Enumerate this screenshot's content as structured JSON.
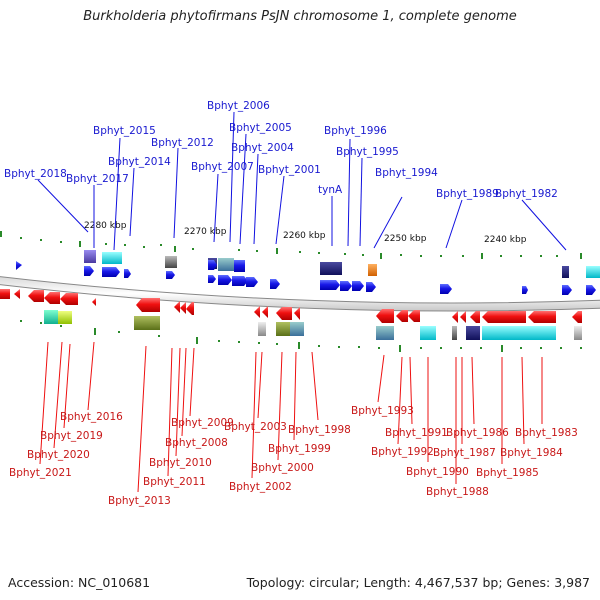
{
  "title": "Burkholderia phytofirmans PsJN chromosome 1, complete genome",
  "footer": {
    "accession": "Accession: NC_010681",
    "summary": "Topology: circular; Length: 4,467,537 bp; Genes: 3,987"
  },
  "scale_labels": [
    "2280 kbp",
    "2270 kbp",
    "2260 kbp",
    "2250 kbp",
    "2240 kbp"
  ],
  "top_genes": [
    "Bphyt_2018",
    "Bphyt_2017",
    "Bphyt_2015",
    "Bphyt_2014",
    "Bphyt_2012",
    "Bphyt_2007",
    "Bphyt_2006",
    "Bphyt_2005",
    "Bphyt_2004",
    "Bphyt_2001",
    "tynA",
    "Bphyt_1996",
    "Bphyt_1995",
    "Bphyt_1994",
    "Bphyt_1989",
    "Bphyt_1982"
  ],
  "bottom_genes": [
    "Bphyt_2016",
    "Bphyt_2019",
    "Bphyt_2020",
    "Bphyt_2021",
    "Bphyt_2009",
    "Bphyt_2008",
    "Bphyt_2010",
    "Bphyt_2011",
    "Bphyt_2013",
    "Bphyt_2003",
    "Bphyt_2002",
    "Bphyt_2000",
    "Bphyt_1999",
    "Bphyt_1998",
    "Bphyt_1993",
    "Bphyt_1991",
    "Bphyt_1992",
    "Bphyt_1990",
    "Bphyt_1988",
    "Bphyt_1987",
    "Bphyt_1986",
    "Bphyt_1985",
    "Bphyt_1984",
    "Bphyt_1983"
  ],
  "colors": {
    "forward_strand": "#1010e0",
    "reverse_strand": "#ee1010",
    "label_forward": "#1a1ad0",
    "label_reverse": "#c81818",
    "tick": "#2a8a2a",
    "backbone": "#9a9a9a"
  }
}
